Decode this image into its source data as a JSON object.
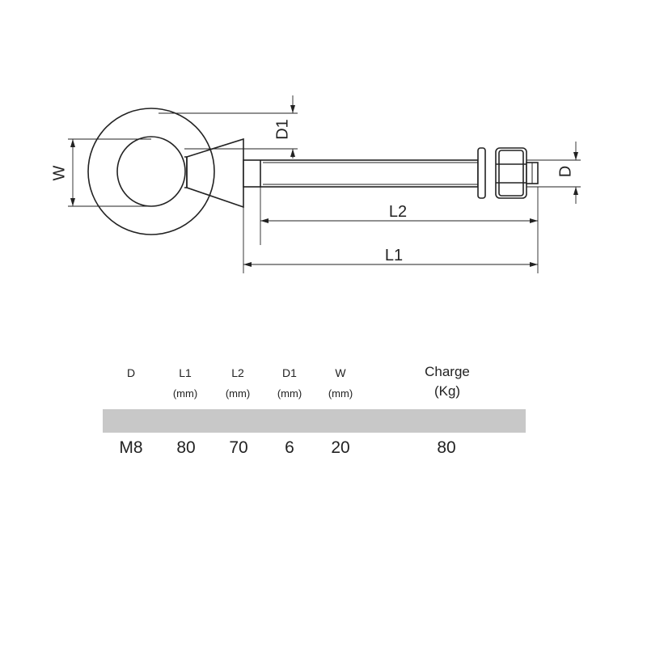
{
  "drawing": {
    "labels": {
      "d1": "D1",
      "w": "W",
      "d": "D",
      "l2": "L2",
      "l1": "L1"
    }
  },
  "spec_table": {
    "columns": [
      {
        "key": "D",
        "label": "D",
        "unit": ""
      },
      {
        "key": "L1",
        "label": "L1",
        "unit": "(mm)"
      },
      {
        "key": "L2",
        "label": "L2",
        "unit": "(mm)"
      },
      {
        "key": "D1",
        "label": "D1",
        "unit": "(mm)"
      },
      {
        "key": "W",
        "label": "W",
        "unit": "(mm)"
      },
      {
        "key": "Charge",
        "label": "Charge",
        "unit": "(Kg)"
      }
    ],
    "rows": [
      [
        "M8",
        "80",
        "70",
        "6",
        "20",
        "80"
      ]
    ]
  }
}
